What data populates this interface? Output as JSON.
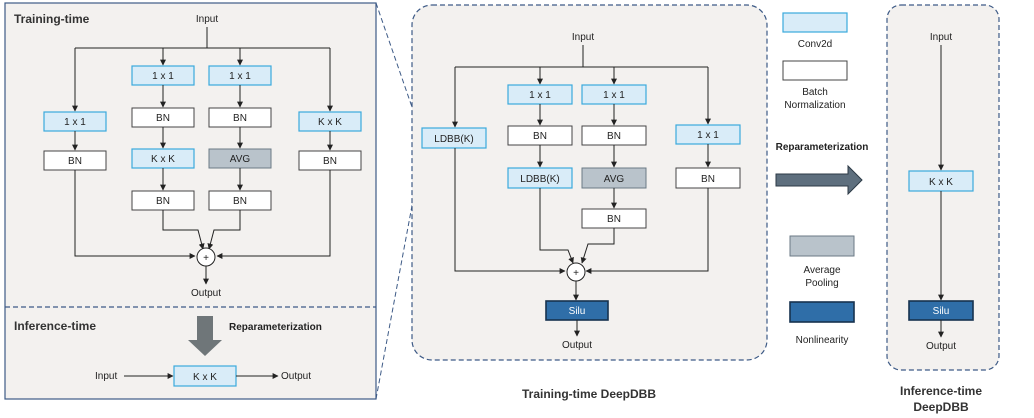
{
  "panel_a": {
    "training_title": "Training-time",
    "input": "Input",
    "output": "Output",
    "branch1": {
      "conv": "1 x 1",
      "bn": "BN"
    },
    "branch2": {
      "conv1": "1 x 1",
      "bn1": "BN",
      "conv2": "K x K",
      "bn2": "BN"
    },
    "branch3": {
      "conv": "1 x 1",
      "bn1": "BN",
      "avg": "AVG",
      "bn2": "BN"
    },
    "branch4": {
      "conv": "K x K",
      "bn": "BN"
    },
    "plus": "+",
    "inference_title": "Inference-time",
    "reparam": "Reparameterization",
    "inf_input": "Input",
    "inf_conv": "K x K",
    "inf_output": "Output"
  },
  "panel_b": {
    "input": "Input",
    "branch1": {
      "ldbb": "LDBB(K)"
    },
    "branch2": {
      "conv": "1 x 1",
      "bn": "BN",
      "ldbb": "LDBB(K)"
    },
    "branch3": {
      "conv": "1 x 1",
      "bn1": "BN",
      "avg": "AVG",
      "bn2": "BN"
    },
    "branch4": {
      "conv": "1 x 1",
      "bn": "BN"
    },
    "plus": "+",
    "silu": "Silu",
    "output": "Output",
    "caption": "Training-time DeepDBB"
  },
  "legend": {
    "conv2d": "Conv2d",
    "bn_line1": "Batch",
    "bn_line2": "Normalization",
    "reparam": "Reparameterization",
    "avg_line1": "Average",
    "avg_line2": "Pooling",
    "nonlin": "Nonlinearity"
  },
  "panel_c": {
    "input": "Input",
    "conv": "K x K",
    "silu": "Silu",
    "output": "Output",
    "caption_line1": "Inference-time",
    "caption_line2": "DeepDBB"
  },
  "colors": {
    "conv_fill": "#d9ecf8",
    "conv_stroke": "#3aa9dc",
    "avg_fill": "#b9c3cb",
    "silu_fill": "#2f6ea8",
    "panel_fill": "#f3f1ef",
    "dash_border": "#3d5a86"
  }
}
